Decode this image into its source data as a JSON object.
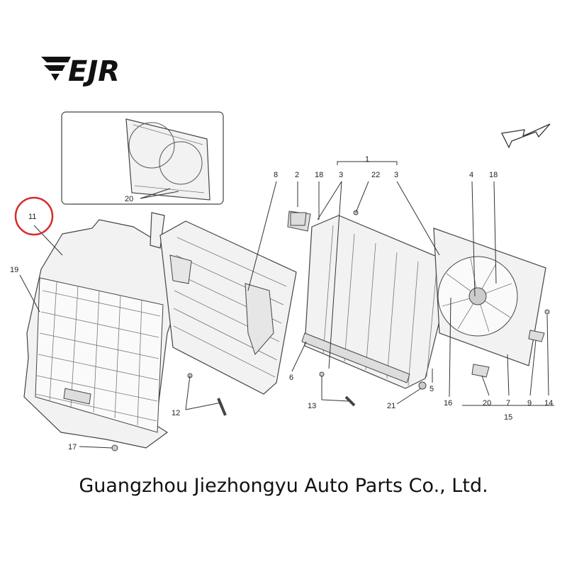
{
  "brand": {
    "logo_text": "EJR"
  },
  "company_name": "Guangzhou Jiezhongyu Auto Parts Co., Ltd.",
  "colors": {
    "highlight_circle": "#d62b2b",
    "stroke": "#333333",
    "part_fill": "#f2f2f2"
  },
  "inset": {
    "callout": "20"
  },
  "callouts": {
    "c1": "1",
    "c2": "2",
    "c3a": "3",
    "c3b": "3",
    "c4": "4",
    "c5": "5",
    "c6": "6",
    "c7": "7",
    "c8": "8",
    "c9": "9",
    "c11": "11",
    "c12": "12",
    "c13": "13",
    "c14": "14",
    "c15": "15",
    "c16": "16",
    "c17": "17",
    "c18a": "18",
    "c18b": "18",
    "c19": "19",
    "c20": "20",
    "c21": "21",
    "c22": "22"
  },
  "highlighted_part": "11"
}
